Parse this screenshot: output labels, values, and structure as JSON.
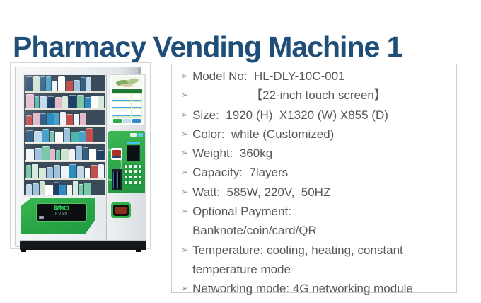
{
  "title": {
    "text": "Pharmacy Vending Machine 1",
    "color": "#1f4e79"
  },
  "machine_photo": {
    "description": "pharmacy vending machine with glass product window, touch screen and green payment panel",
    "shelf_layers": 7,
    "pickup_label": "取物口",
    "pickup_sub": "PUSH",
    "accent_green": "#2fb04a",
    "palette": [
      "#eef4f7",
      "#ffffff",
      "#bfd9ea",
      "#49a0c8",
      "#1e3f66",
      "#79c9a8",
      "#2e8bbf",
      "#d8e9dd",
      "#f2f5f7",
      "#9fc3dd",
      "#cfe3ce",
      "#4db6ac",
      "#c0504d",
      "#e3b8c9",
      "#315f86",
      "#d7e6f0"
    ]
  },
  "specs": {
    "bullet_char": "➢",
    "text_color": "#595959",
    "items": [
      {
        "indent": false,
        "text": "Model No:  HL-DLY-10C-001"
      },
      {
        "indent": true,
        "text": "【22-inch touch screen】"
      },
      {
        "indent": false,
        "text": "Size:  1920 (H)  X1320 (W) X855 (D)"
      },
      {
        "indent": false,
        "text": "Color:  white (Customized)"
      },
      {
        "indent": false,
        "text": "Weight:  360kg"
      },
      {
        "indent": false,
        "text": "Capacity:  7layers"
      },
      {
        "indent": false,
        "text": "Watt:  585W, 220V,  50HZ"
      },
      {
        "indent": false,
        "text": "Optional Payment:\nBanknote/coin/card/QR"
      },
      {
        "indent": false,
        "text": "Temperature: cooling, heating, constant\ntemperature mode"
      },
      {
        "indent": false,
        "text": "Networking mode: 4G networking module"
      }
    ]
  }
}
